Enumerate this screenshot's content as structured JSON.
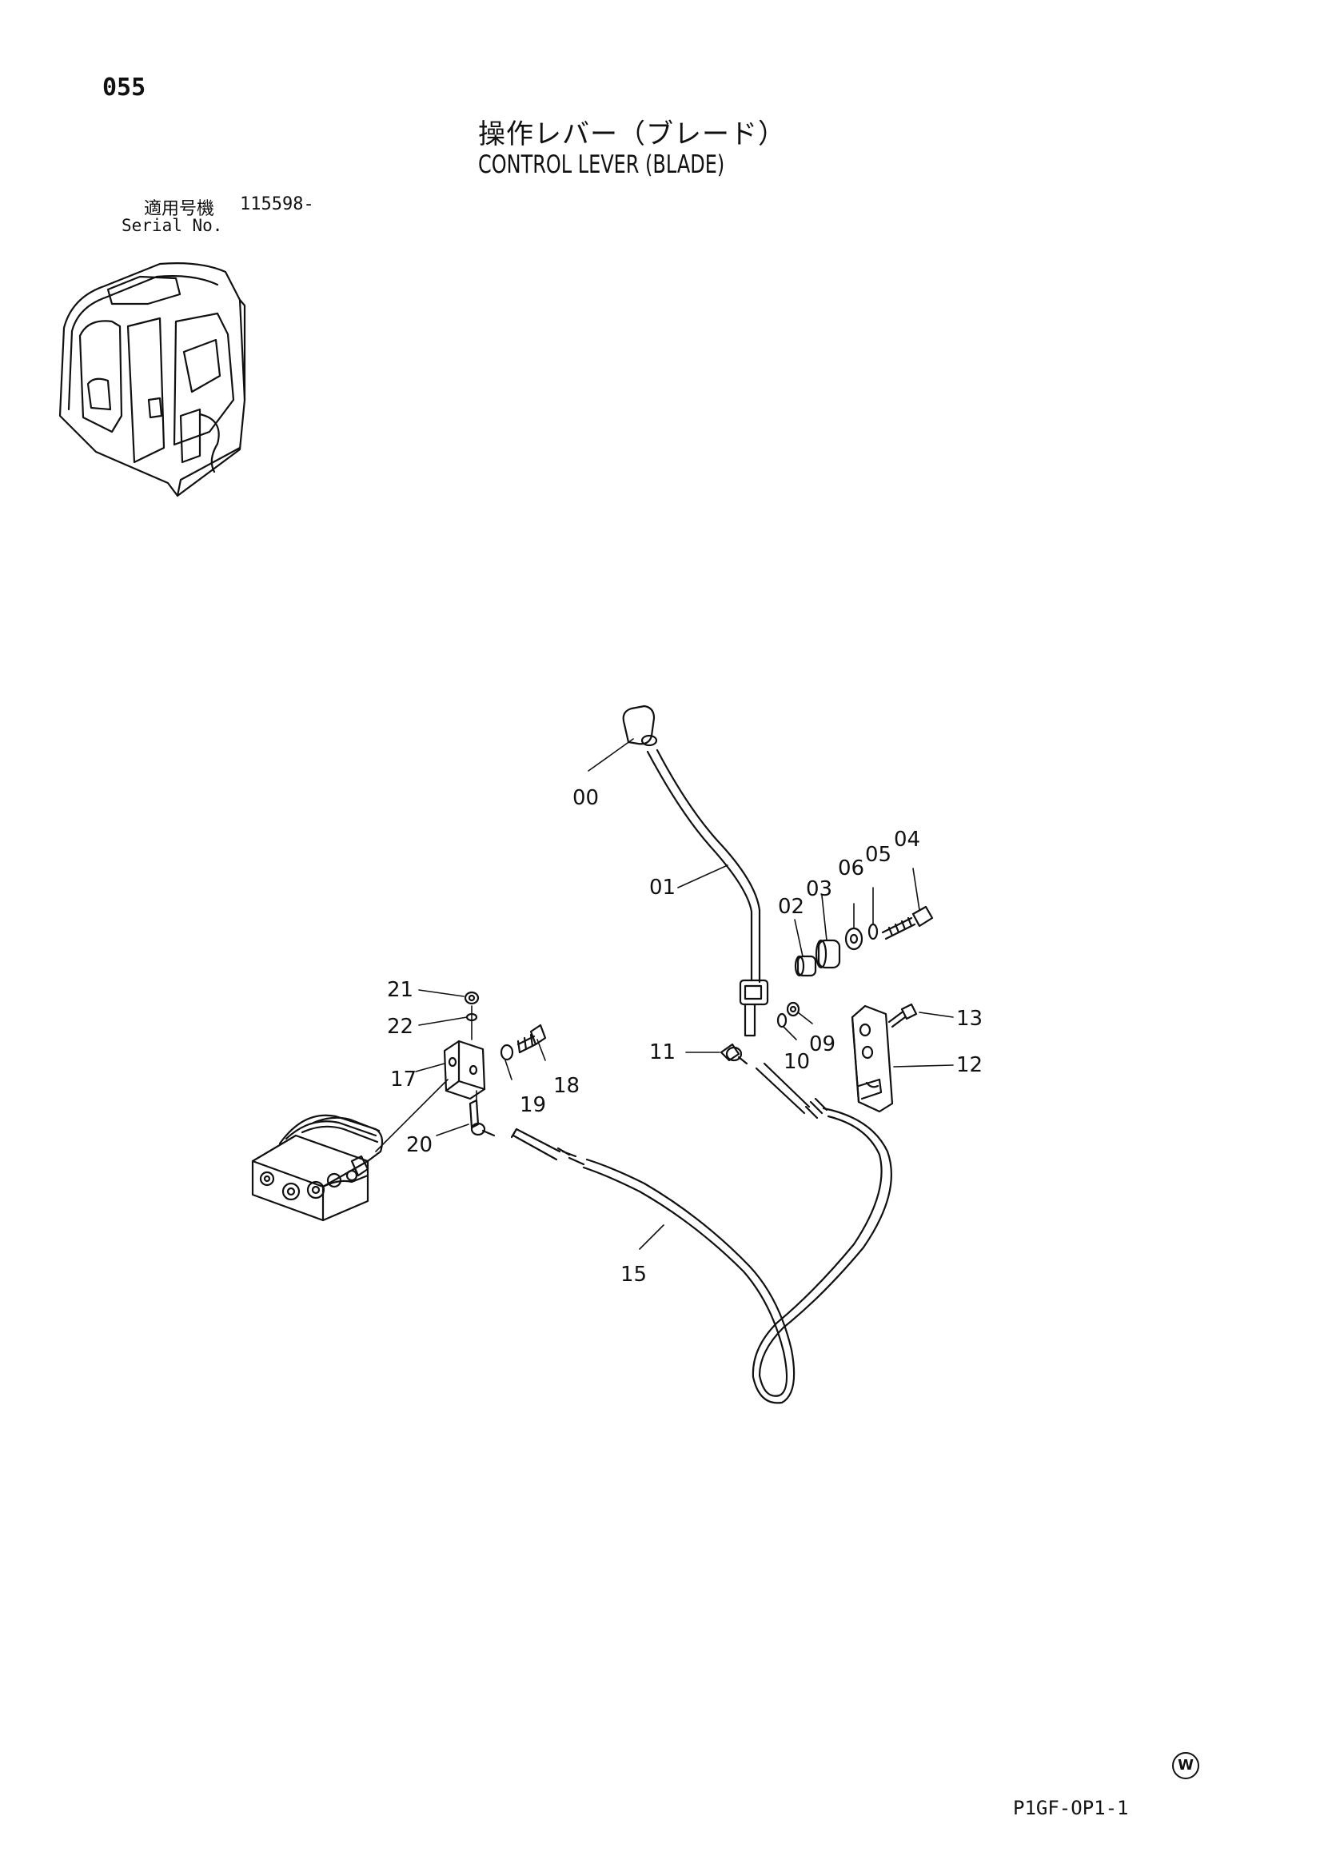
{
  "page": {
    "number": "055"
  },
  "title": {
    "jp": "操作レバー（ブレード）",
    "en": "CONTROL LEVER (BLADE)"
  },
  "serial": {
    "jp_label": "適用号機",
    "number": "115598-",
    "en_label": "Serial No."
  },
  "parts": {
    "p00": "00",
    "p01": "01",
    "p02": "02",
    "p03": "03",
    "p04": "04",
    "p05": "05",
    "p06": "06",
    "p09": "09",
    "p10": "10",
    "p11": "11",
    "p12": "12",
    "p13": "13",
    "p15": "15",
    "p17": "17",
    "p18": "18",
    "p19": "19",
    "p20": "20",
    "p21": "21",
    "p22": "22"
  },
  "footer": {
    "mark": "W",
    "drawing_code": "P1GF-OP1-1"
  }
}
